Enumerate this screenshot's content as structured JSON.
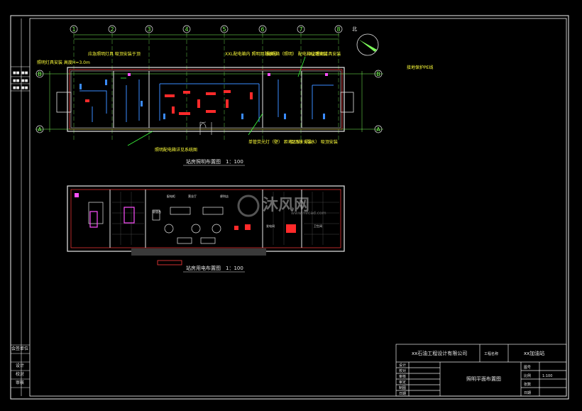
{
  "drawing": {
    "plan_top_title": "站房照明布置图",
    "plan_top_scale": "1：100",
    "plan_bottom_title": "站房用电布置图",
    "plan_bottom_scale": "1：100",
    "north_label": "北",
    "note_right": "接地保护PE线",
    "grid_columns": [
      "1",
      "2",
      "3",
      "4",
      "5",
      "6",
      "7",
      "8"
    ],
    "grid_rows": [
      "B",
      "A"
    ],
    "callouts_top": [
      "应急照明灯具\n吸顶安装于顶",
      "XXL配电箱内\n照明回路编号",
      "配电箱（照明）\n配电箱挂墙安装",
      "AZ照明灯具安装"
    ],
    "callouts_bottom": [
      "单管荧光灯（壁）\n距地2.5米安装",
      "吸顶灯（防水）\n吸顶安装"
    ],
    "left_note": "照明灯具安装\n高度H=3.0m",
    "dimension_note": "照明配电箱详见系统图"
  },
  "title_block": {
    "company": "xx石油工程设计有限公司",
    "project_label": "工程名称",
    "project": "xx加油站",
    "drawing_name": "照明平面布置图",
    "left_rows": [
      "设计",
      "校对",
      "审核",
      "审定",
      "制图",
      "日期"
    ],
    "right_rows": [
      "图号",
      "比例",
      "张数",
      "日期"
    ],
    "scale_value": "1:100"
  },
  "sidebar_labels": [
    "会签单位",
    "设计",
    "校对",
    "审核"
  ],
  "watermark": {
    "brand": "沐风网",
    "url": "www.mfcad.com"
  }
}
